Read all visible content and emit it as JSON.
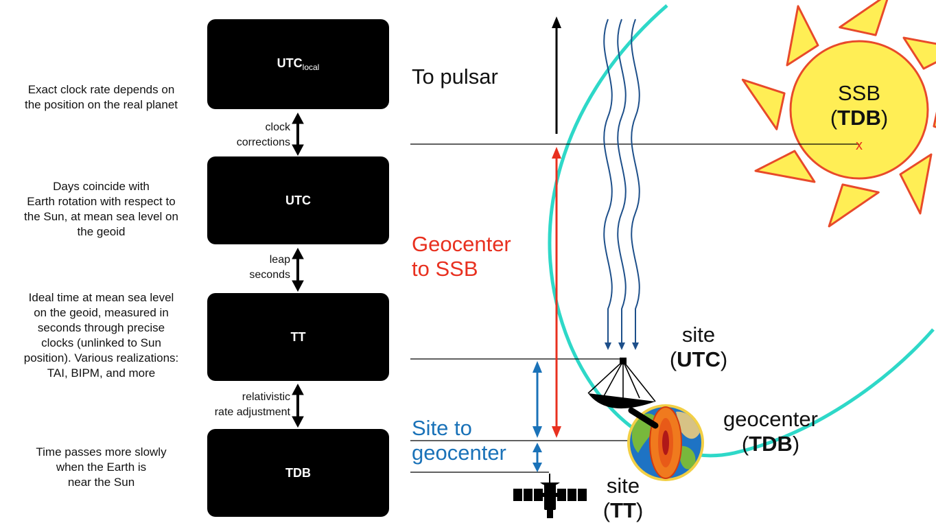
{
  "descriptions": {
    "utc_local": [
      "Exact clock rate depends on",
      "the position on the real planet"
    ],
    "utc": [
      "Days coincide with",
      "Earth rotation with respect to",
      "the Sun, at mean sea level on",
      "the geoid"
    ],
    "tt": [
      "Ideal time at mean sea level",
      "on the geoid, measured in",
      "seconds through precise",
      "clocks (unlinked to Sun",
      "position). Various realizations:",
      "TAI, BIPM, and more"
    ],
    "tdb": [
      "Time passes more slowly",
      "when the Earth is",
      "near the Sun"
    ]
  },
  "boxes": {
    "utc_local": {
      "main": "UTC",
      "sub": "local"
    },
    "utc": "UTC",
    "tt": "TT",
    "tdb": "TDB"
  },
  "steps": {
    "clock_corrections": [
      "clock",
      "corrections"
    ],
    "leap_seconds": [
      "leap",
      "seconds"
    ],
    "relativistic": [
      "relativistic",
      "rate adjustment"
    ]
  },
  "labels": {
    "to_pulsar": "To pulsar",
    "geocenter_to_ssb": [
      "Geocenter",
      "to SSB"
    ],
    "site_to_geocenter": [
      "Site to",
      "geocenter"
    ],
    "site_utc": {
      "pre": "site",
      "open": "(",
      "bold": "UTC",
      "close": ")"
    },
    "geocenter_tdb": {
      "pre": "geocenter",
      "open": "(",
      "bold": "TDB",
      "close": ")"
    },
    "site_tt": {
      "pre": "site",
      "open": "(",
      "bold": "TT",
      "close": ")"
    },
    "ssb_tdb": {
      "pre": "SSB",
      "open": "(",
      "bold": "TDB",
      "close": ")"
    },
    "ssb_marker": "x"
  },
  "colors": {
    "red": "#e8301f",
    "blue": "#1a72b8",
    "orbit": "#2ed8c8",
    "sun_fill": "#ffee55",
    "sun_edge": "#e84a2a",
    "signal": "#1d4f8a",
    "black": "#000000"
  }
}
